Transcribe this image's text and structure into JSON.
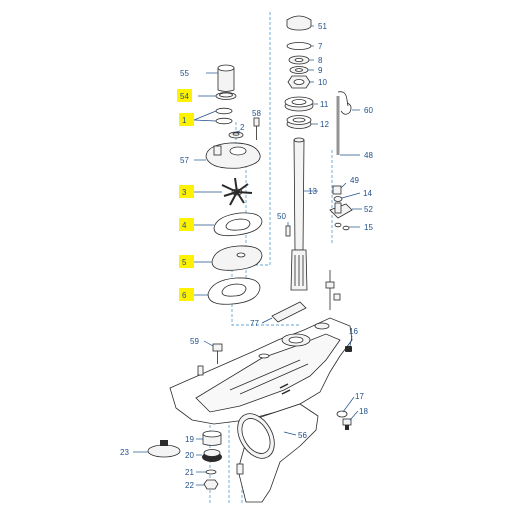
{
  "diagram": {
    "highlight_color": "#fff200",
    "callout_color": "#1f4f8a",
    "centerline_color": "#62a6d6",
    "callouts": [
      {
        "id": "c51",
        "label": "51"
      },
      {
        "id": "c7",
        "label": "7"
      },
      {
        "id": "c8",
        "label": "8"
      },
      {
        "id": "c9",
        "label": "9"
      },
      {
        "id": "c10",
        "label": "10"
      },
      {
        "id": "c55",
        "label": "55"
      },
      {
        "id": "c54",
        "label": "54",
        "highlighted": true
      },
      {
        "id": "c1",
        "label": "1",
        "highlighted": true
      },
      {
        "id": "c2",
        "label": "2"
      },
      {
        "id": "c58",
        "label": "58"
      },
      {
        "id": "c11",
        "label": "11"
      },
      {
        "id": "c12",
        "label": "12"
      },
      {
        "id": "c60",
        "label": "60"
      },
      {
        "id": "c48",
        "label": "48"
      },
      {
        "id": "c57",
        "label": "57"
      },
      {
        "id": "c3",
        "label": "3",
        "highlighted": true
      },
      {
        "id": "c13",
        "label": "13"
      },
      {
        "id": "c49",
        "label": "49"
      },
      {
        "id": "c14",
        "label": "14"
      },
      {
        "id": "c52",
        "label": "52"
      },
      {
        "id": "c4",
        "label": "4",
        "highlighted": true
      },
      {
        "id": "c50",
        "label": "50"
      },
      {
        "id": "c15",
        "label": "15"
      },
      {
        "id": "c5",
        "label": "5",
        "highlighted": true
      },
      {
        "id": "c6",
        "label": "6",
        "highlighted": true
      },
      {
        "id": "c77",
        "label": "77"
      },
      {
        "id": "c16",
        "label": "16"
      },
      {
        "id": "c59",
        "label": "59"
      },
      {
        "id": "c17",
        "label": "17"
      },
      {
        "id": "c18",
        "label": "18"
      },
      {
        "id": "c23",
        "label": "23"
      },
      {
        "id": "c19",
        "label": "19"
      },
      {
        "id": "c20",
        "label": "20"
      },
      {
        "id": "c56",
        "label": "56"
      },
      {
        "id": "c21",
        "label": "21"
      },
      {
        "id": "c22",
        "label": "22"
      }
    ]
  }
}
